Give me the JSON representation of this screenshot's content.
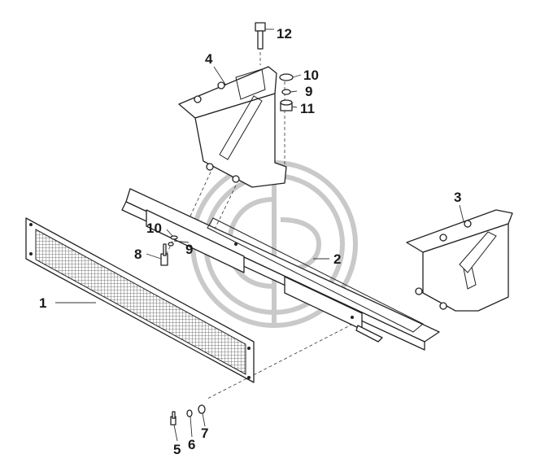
{
  "callouts": [
    {
      "id": "c1",
      "text": "1"
    },
    {
      "id": "c2",
      "text": "2"
    },
    {
      "id": "c3",
      "text": "3"
    },
    {
      "id": "c4",
      "text": "4"
    },
    {
      "id": "c5",
      "text": "5"
    },
    {
      "id": "c6",
      "text": "6"
    },
    {
      "id": "c7",
      "text": "7"
    },
    {
      "id": "c8",
      "text": "8"
    },
    {
      "id": "c9a",
      "text": "9"
    },
    {
      "id": "c9b",
      "text": "9"
    },
    {
      "id": "c10a",
      "text": "10"
    },
    {
      "id": "c10b",
      "text": "10"
    },
    {
      "id": "c11",
      "text": "11"
    },
    {
      "id": "c12",
      "text": "12"
    }
  ]
}
